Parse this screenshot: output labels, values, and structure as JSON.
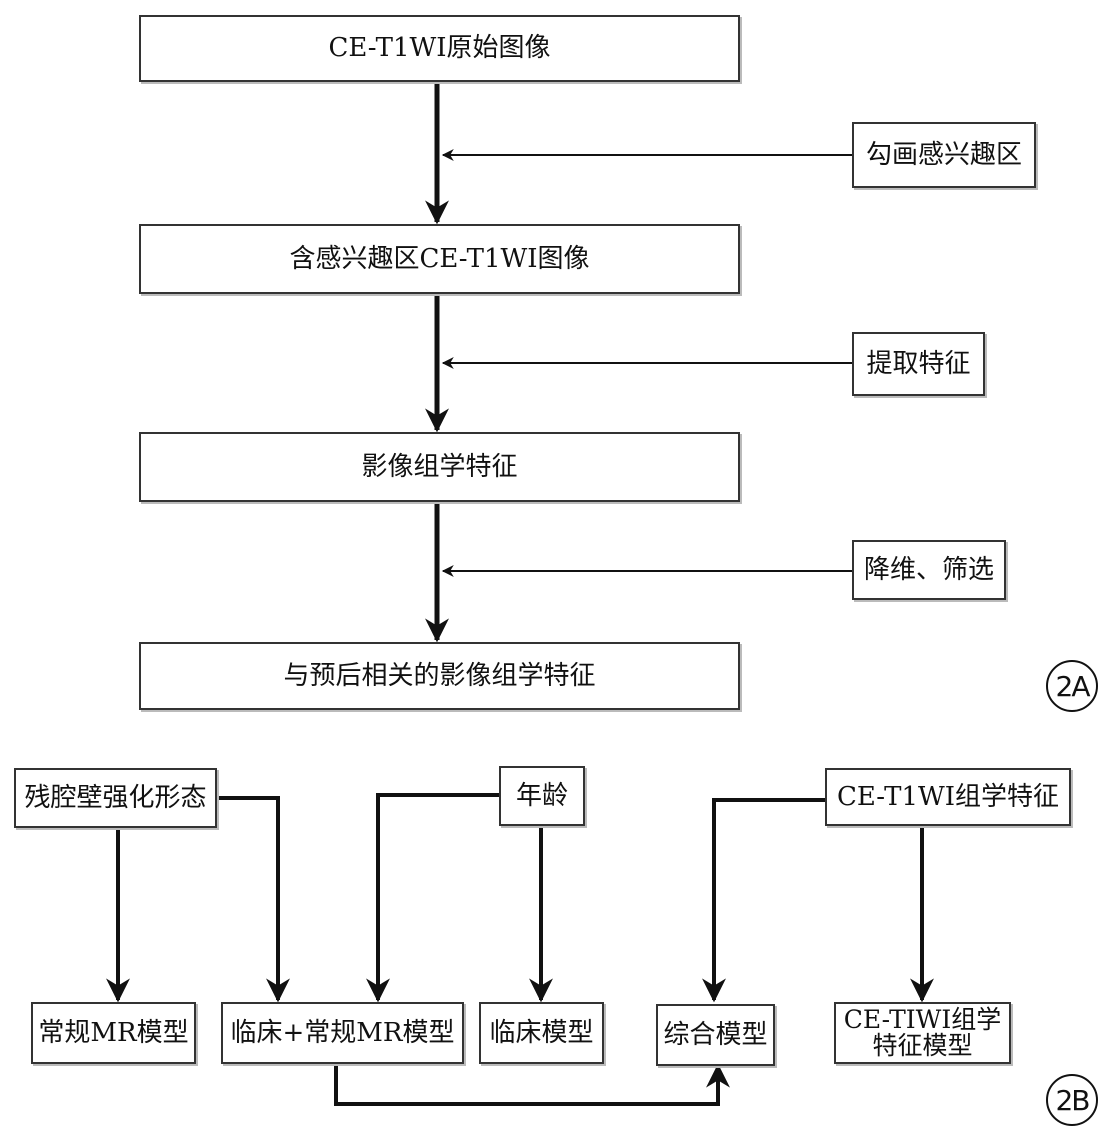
{
  "panelA": {
    "label": "2A",
    "steps": [
      "CE-T1WI原始图像",
      "含感兴趣区CE-T1WI图像",
      "影像组学特征",
      "与预后相关的影像组学特征"
    ],
    "side_steps": [
      "勾画感兴趣区",
      "提取特征",
      "降维、筛选"
    ]
  },
  "panelB": {
    "label": "2B",
    "inputs": {
      "morphology": "残腔壁强化形态",
      "age": "年龄",
      "radiomics": "CE-T1WI组学特征"
    },
    "models": {
      "conventional": "常规MR模型",
      "clinical_conventional": "临床+常规MR模型",
      "clinical": "临床模型",
      "combined": "综合模型",
      "radiomics_line1": "CE-TIWI组学",
      "radiomics_line2": "特征模型"
    }
  }
}
